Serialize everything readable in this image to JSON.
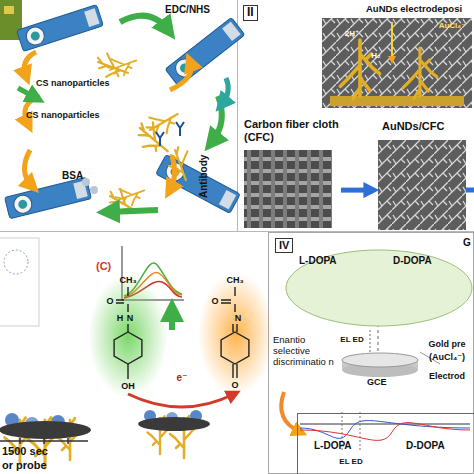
{
  "diagram": {
    "nodes": [
      {
        "text": [
          "EDC/NHS",
          "CS nanoparticles",
          "CS nanoparticles",
          "BSA",
          "Antibody"
        ]
      },
      {
        "text": [
          "II",
          "AuNDs electrodeposi"
        ]
      },
      {
        "text": [
          "Carbon fiber cloth (CFC)"
        ],
        "in": 1
      },
      {
        "text": [
          "AuNDs/CFC"
        ],
        "in": 1
      },
      {
        "text": [
          "(C)",
          "1500 sec",
          "or probe"
        ]
      },
      {
        "text": [
          "IV",
          "G",
          "Enantio selective discriminatio n",
          "GCE"
        ]
      },
      {
        "text": [
          "L-DOPA",
          "D-DOPA"
        ],
        "in": 5
      },
      {
        "text": [
          "L-DOPA",
          "D-DOPA"
        ],
        "in": 5
      }
    ],
    "edges": [
      {
        "from": 2,
        "to": 3,
        "arrow": "to"
      }
    ],
    "labels": [
      "AuCl₄⁻",
      "2H⁺",
      "H₂",
      "CH₃",
      "O",
      "N",
      "H",
      "OH",
      "CH₃",
      "O",
      "N",
      "O",
      "e⁻",
      "EL ED",
      "Gold pre",
      "(AuCl₄⁻)",
      "Electrod",
      "EL ED"
    ]
  }
}
